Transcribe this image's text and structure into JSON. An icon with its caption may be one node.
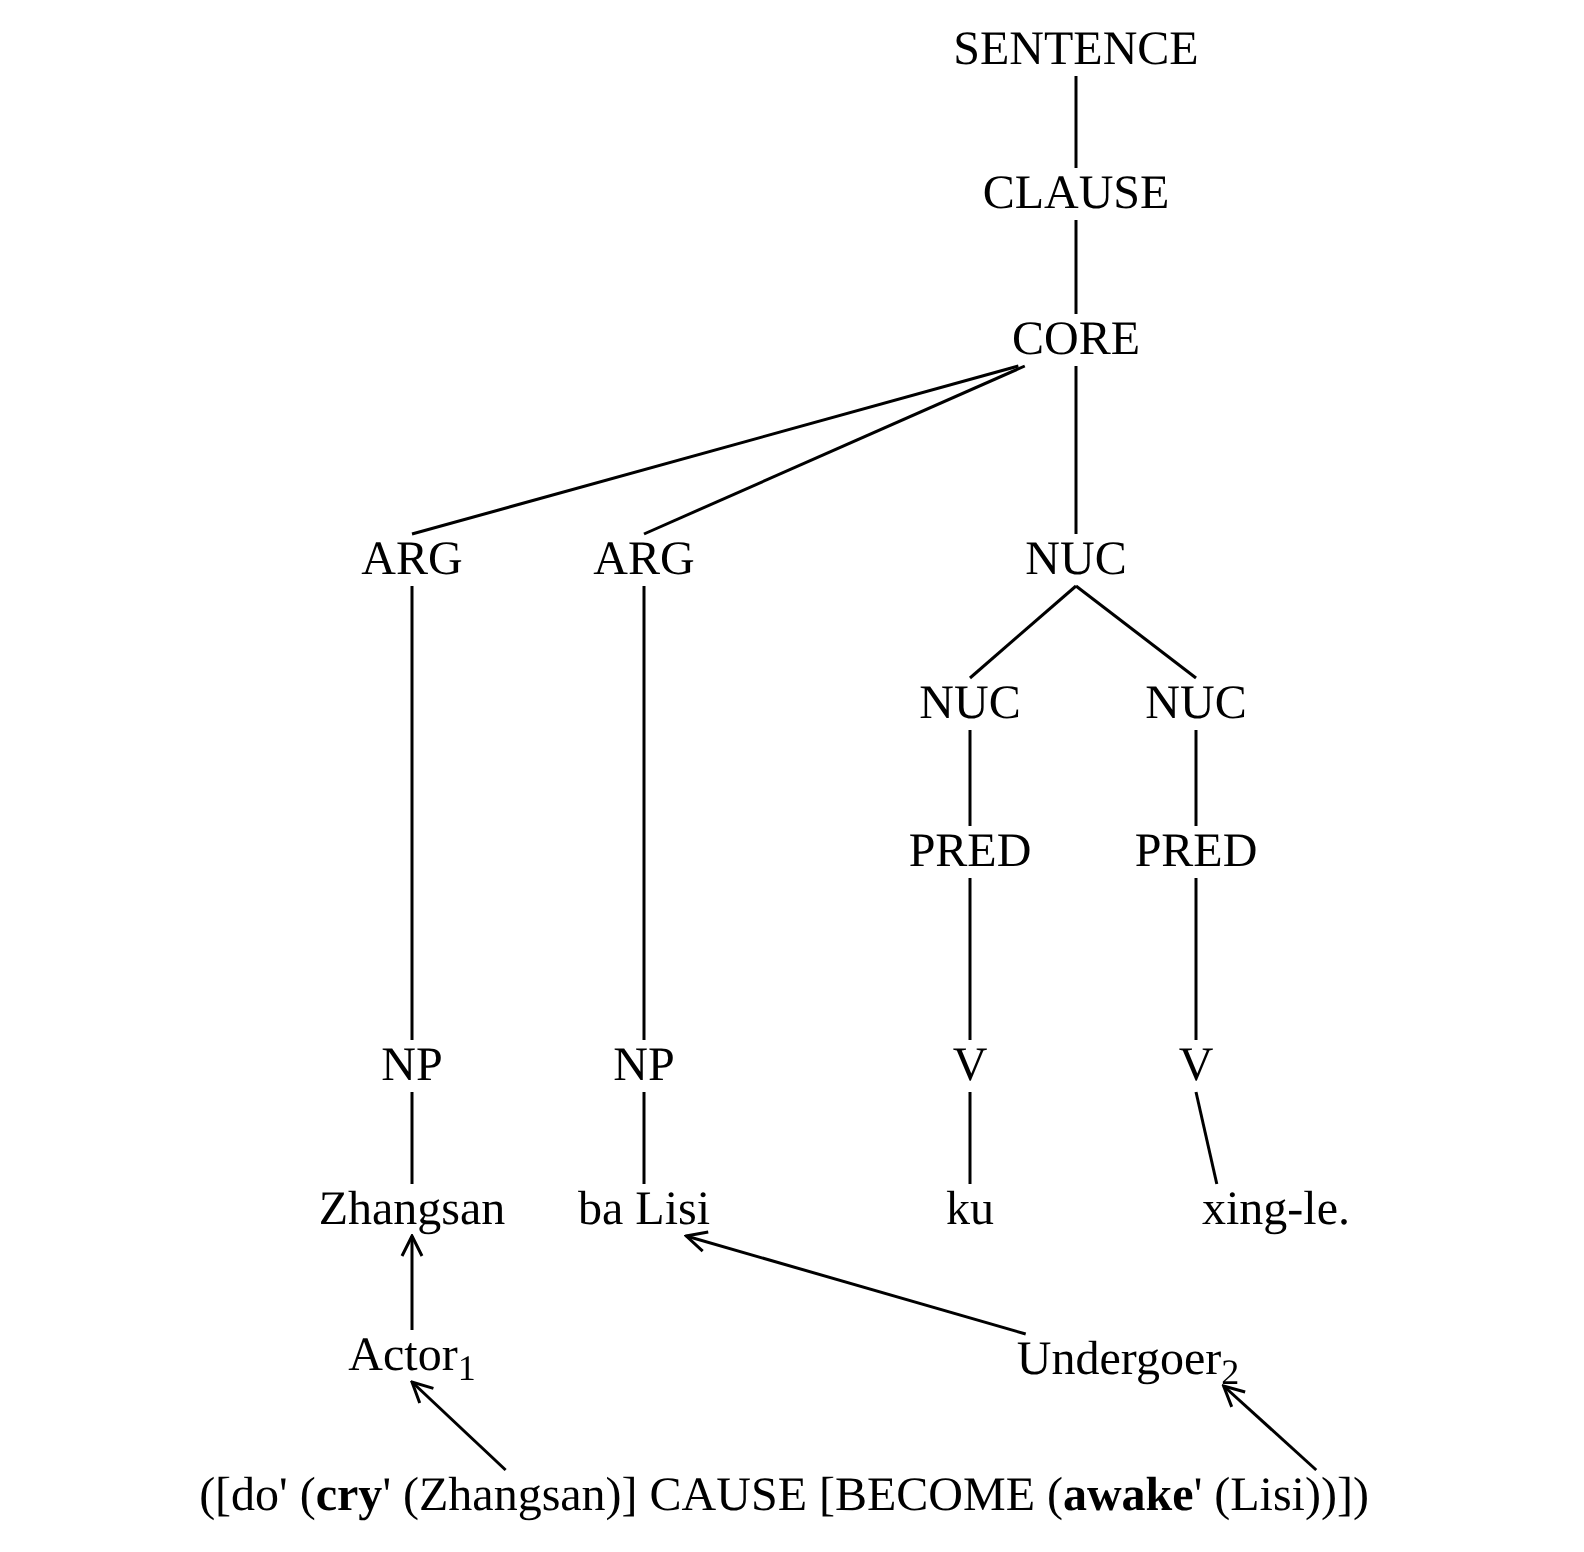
{
  "diagram": {
    "nodes": [
      {
        "text": [
          "SENTENCE"
        ]
      },
      {
        "text": [
          "CLAUSE"
        ]
      },
      {
        "text": [
          "CORE"
        ]
      },
      {
        "text": [
          "ARG"
        ]
      },
      {
        "text": [
          "ARG"
        ]
      },
      {
        "text": [
          "NUC"
        ]
      },
      {
        "text": [
          "NUC"
        ]
      },
      {
        "text": [
          "NUC"
        ]
      },
      {
        "text": [
          "PRED"
        ]
      },
      {
        "text": [
          "PRED"
        ]
      },
      {
        "text": [
          "NP"
        ]
      },
      {
        "text": [
          "NP"
        ]
      },
      {
        "text": [
          "V"
        ]
      },
      {
        "text": [
          "V"
        ]
      },
      {
        "text": [
          "Zhangsan"
        ]
      },
      {
        "text": [
          "ba Lisi"
        ]
      },
      {
        "text": [
          "ku"
        ]
      },
      {
        "text": [
          "xing-le."
        ]
      },
      {
        "text": [
          "Actor$_{1}$"
        ]
      },
      {
        "text": [
          "Undergoer$_{2}$"
        ]
      },
      {
        "text": [
          "([do' (**cry**' (Zhangsan)] CAUSE [BECOME (**awake**' (Lisi))])"
        ]
      }
    ],
    "edges": [
      {
        "from": 0,
        "to": 1,
        "arrow": "none"
      },
      {
        "from": 1,
        "to": 2,
        "arrow": "none"
      },
      {
        "from": 2,
        "to": 3,
        "arrow": "none"
      },
      {
        "from": 2,
        "to": 4,
        "arrow": "none"
      },
      {
        "from": 2,
        "to": 5,
        "arrow": "none"
      },
      {
        "from": 5,
        "to": 6,
        "arrow": "none"
      },
      {
        "from": 5,
        "to": 7,
        "arrow": "none"
      },
      {
        "from": 6,
        "to": 8,
        "arrow": "none"
      },
      {
        "from": 7,
        "to": 9,
        "arrow": "none"
      },
      {
        "from": 3,
        "to": 10,
        "arrow": "none"
      },
      {
        "from": 4,
        "to": 11,
        "arrow": "none"
      },
      {
        "from": 8,
        "to": 12,
        "arrow": "none"
      },
      {
        "from": 9,
        "to": 13,
        "arrow": "none"
      },
      {
        "from": 10,
        "to": 14,
        "arrow": "none"
      },
      {
        "from": 11,
        "to": 15,
        "arrow": "none"
      },
      {
        "from": 12,
        "to": 16,
        "arrow": "none"
      },
      {
        "from": 13,
        "to": 17,
        "arrow": "none"
      },
      {
        "from": 18,
        "to": 14,
        "arrow": "to"
      },
      {
        "from": 20,
        "to": 18,
        "arrow": "to"
      },
      {
        "from": 19,
        "to": 15,
        "arrow": "to"
      },
      {
        "from": 20,
        "to": 19,
        "arrow": "to"
      }
    ]
  }
}
